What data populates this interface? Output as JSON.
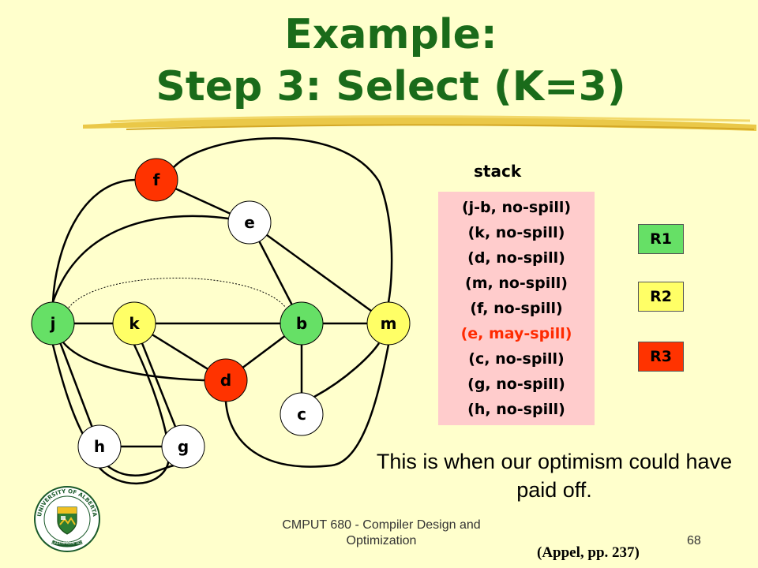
{
  "slide": {
    "title_line1": "Example:",
    "title_line2": "Step 3: Select (K=3)",
    "stack_label": "stack",
    "stack": [
      {
        "text": "(j-b, no-spill)",
        "highlight": false
      },
      {
        "text": "(k, no-spill)",
        "highlight": false
      },
      {
        "text": "(d, no-spill)",
        "highlight": false
      },
      {
        "text": "(m, no-spill)",
        "highlight": false
      },
      {
        "text": "(f, no-spill)",
        "highlight": false
      },
      {
        "text": "(e, may-spill)",
        "highlight": true
      },
      {
        "text": "(c, no-spill)",
        "highlight": false
      },
      {
        "text": "(g, no-spill)",
        "highlight": false
      },
      {
        "text": "(h, no-spill)",
        "highlight": false
      }
    ],
    "registers": [
      {
        "label": "R1",
        "color": "#66e066"
      },
      {
        "label": "R2",
        "color": "#ffff66"
      },
      {
        "label": "R3",
        "color": "#ff3300"
      }
    ],
    "note": "This is when our optimism could have paid off.",
    "footer": "CMPUT 680 - Compiler Design and Optimization",
    "page_number": "68",
    "citation": "(Appel, pp. 237)",
    "logo": {
      "arc_text": "UNIVERSITY OF ALBERTA",
      "motto": "QUAECUMQUE VERA"
    }
  },
  "graph": {
    "nodes": [
      {
        "id": "f",
        "label": "f",
        "color": "#ff3300"
      },
      {
        "id": "e",
        "label": "e",
        "color": "#ffffff"
      },
      {
        "id": "j",
        "label": "j",
        "color": "#66e066"
      },
      {
        "id": "k",
        "label": "k",
        "color": "#ffff66"
      },
      {
        "id": "b",
        "label": "b",
        "color": "#66e066"
      },
      {
        "id": "m",
        "label": "m",
        "color": "#ffff66"
      },
      {
        "id": "d",
        "label": "d",
        "color": "#ff3300"
      },
      {
        "id": "c",
        "label": "c",
        "color": "#ffffff"
      },
      {
        "id": "h",
        "label": "h",
        "color": "#ffffff"
      },
      {
        "id": "g",
        "label": "g",
        "color": "#ffffff"
      }
    ],
    "edges": [
      [
        "f",
        "e"
      ],
      [
        "f",
        "j"
      ],
      [
        "f",
        "m"
      ],
      [
        "e",
        "j"
      ],
      [
        "e",
        "b"
      ],
      [
        "e",
        "m"
      ],
      [
        "j",
        "k"
      ],
      [
        "k",
        "b"
      ],
      [
        "b",
        "m"
      ],
      [
        "k",
        "d"
      ],
      [
        "k",
        "g"
      ],
      [
        "j",
        "d"
      ],
      [
        "j",
        "h"
      ],
      [
        "j",
        "g"
      ],
      [
        "d",
        "b"
      ],
      [
        "d",
        "c"
      ],
      [
        "b",
        "c"
      ],
      [
        "c",
        "m"
      ],
      [
        "h",
        "g"
      ],
      [
        "h",
        "k"
      ]
    ],
    "move_edges": [
      [
        "j",
        "b"
      ]
    ]
  }
}
